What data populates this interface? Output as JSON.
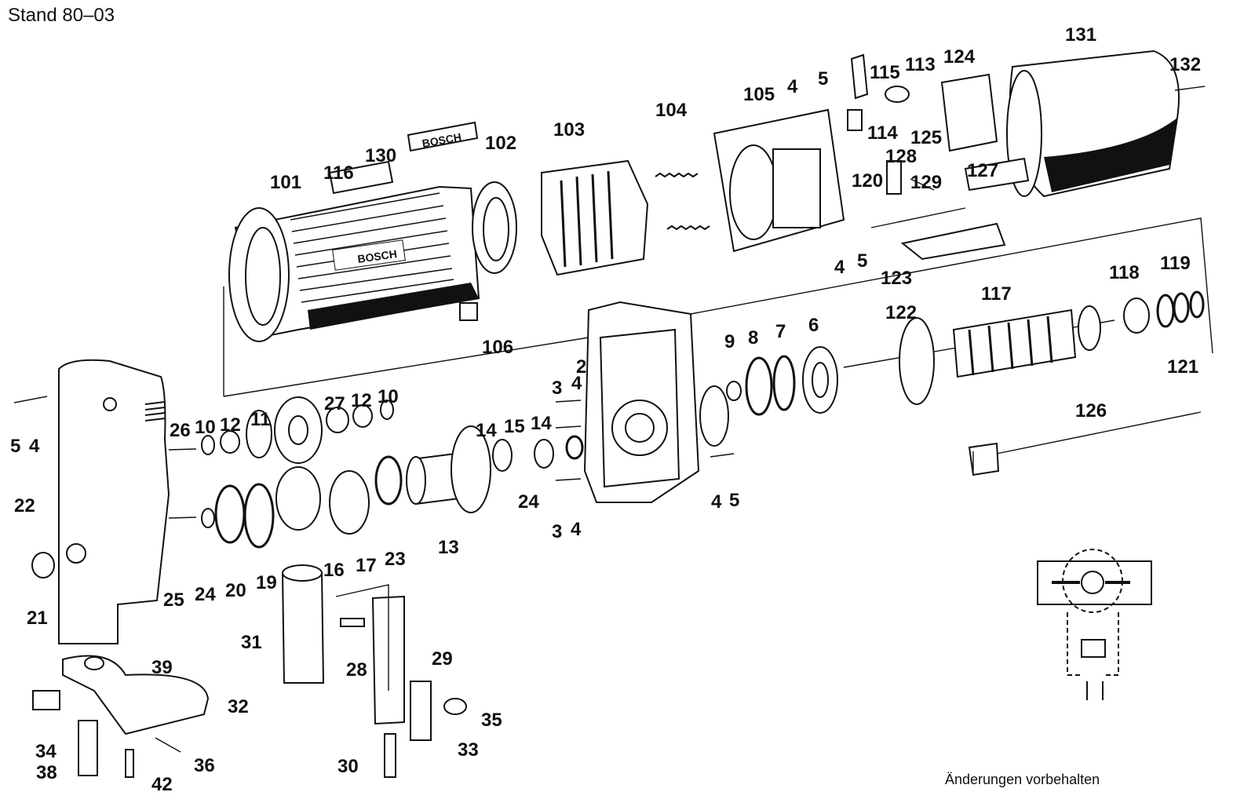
{
  "header": {
    "stand": "Stand 80–03"
  },
  "footer": {
    "note": "Änderungen vorbehalten"
  },
  "brand_text": "BOSCH",
  "labels": [
    {
      "id": "131",
      "text": "131"
    },
    {
      "id": "132",
      "text": "132"
    },
    {
      "id": "124",
      "text": "124"
    },
    {
      "id": "113",
      "text": "113"
    },
    {
      "id": "115",
      "text": "115"
    },
    {
      "id": "5a",
      "text": "5"
    },
    {
      "id": "4a",
      "text": "4"
    },
    {
      "id": "105",
      "text": "105"
    },
    {
      "id": "104",
      "text": "104"
    },
    {
      "id": "103",
      "text": "103"
    },
    {
      "id": "102",
      "text": "102"
    },
    {
      "id": "130",
      "text": "130"
    },
    {
      "id": "116",
      "text": "116"
    },
    {
      "id": "101",
      "text": "101"
    },
    {
      "id": "114",
      "text": "114"
    },
    {
      "id": "125",
      "text": "125"
    },
    {
      "id": "128",
      "text": "128"
    },
    {
      "id": "129",
      "text": "129"
    },
    {
      "id": "120",
      "text": "120"
    },
    {
      "id": "127",
      "text": "127"
    },
    {
      "id": "4b",
      "text": "4"
    },
    {
      "id": "5b",
      "text": "5"
    },
    {
      "id": "123",
      "text": "123"
    },
    {
      "id": "106",
      "text": "106"
    },
    {
      "id": "118",
      "text": "118"
    },
    {
      "id": "119",
      "text": "119"
    },
    {
      "id": "117",
      "text": "117"
    },
    {
      "id": "122",
      "text": "122"
    },
    {
      "id": "121",
      "text": "121"
    },
    {
      "id": "2",
      "text": "2"
    },
    {
      "id": "9",
      "text": "9"
    },
    {
      "id": "8",
      "text": "8"
    },
    {
      "id": "7",
      "text": "7"
    },
    {
      "id": "6",
      "text": "6"
    },
    {
      "id": "126",
      "text": "126"
    },
    {
      "id": "3a",
      "text": "3"
    },
    {
      "id": "4c",
      "text": "4"
    },
    {
      "id": "27",
      "text": "27"
    },
    {
      "id": "12a",
      "text": "12"
    },
    {
      "id": "10a",
      "text": "10"
    },
    {
      "id": "11",
      "text": "11"
    },
    {
      "id": "12b",
      "text": "12"
    },
    {
      "id": "10b",
      "text": "10"
    },
    {
      "id": "26",
      "text": "26"
    },
    {
      "id": "5c",
      "text": "5"
    },
    {
      "id": "4d",
      "text": "4"
    },
    {
      "id": "14a",
      "text": "14"
    },
    {
      "id": "15",
      "text": "15"
    },
    {
      "id": "14b",
      "text": "14"
    },
    {
      "id": "24a",
      "text": "24"
    },
    {
      "id": "4e",
      "text": "4"
    },
    {
      "id": "5d",
      "text": "5"
    },
    {
      "id": "3b",
      "text": "3"
    },
    {
      "id": "4f",
      "text": "4"
    },
    {
      "id": "22",
      "text": "22"
    },
    {
      "id": "13",
      "text": "13"
    },
    {
      "id": "23",
      "text": "23"
    },
    {
      "id": "17",
      "text": "17"
    },
    {
      "id": "16",
      "text": "16"
    },
    {
      "id": "19",
      "text": "19"
    },
    {
      "id": "20",
      "text": "20"
    },
    {
      "id": "24b",
      "text": "24"
    },
    {
      "id": "25",
      "text": "25"
    },
    {
      "id": "21",
      "text": "21"
    },
    {
      "id": "31",
      "text": "31"
    },
    {
      "id": "28",
      "text": "28"
    },
    {
      "id": "29",
      "text": "29"
    },
    {
      "id": "39",
      "text": "39"
    },
    {
      "id": "32",
      "text": "32"
    },
    {
      "id": "35",
      "text": "35"
    },
    {
      "id": "33",
      "text": "33"
    },
    {
      "id": "34",
      "text": "34"
    },
    {
      "id": "38",
      "text": "38"
    },
    {
      "id": "36",
      "text": "36"
    },
    {
      "id": "42",
      "text": "42"
    },
    {
      "id": "30",
      "text": "30"
    }
  ]
}
